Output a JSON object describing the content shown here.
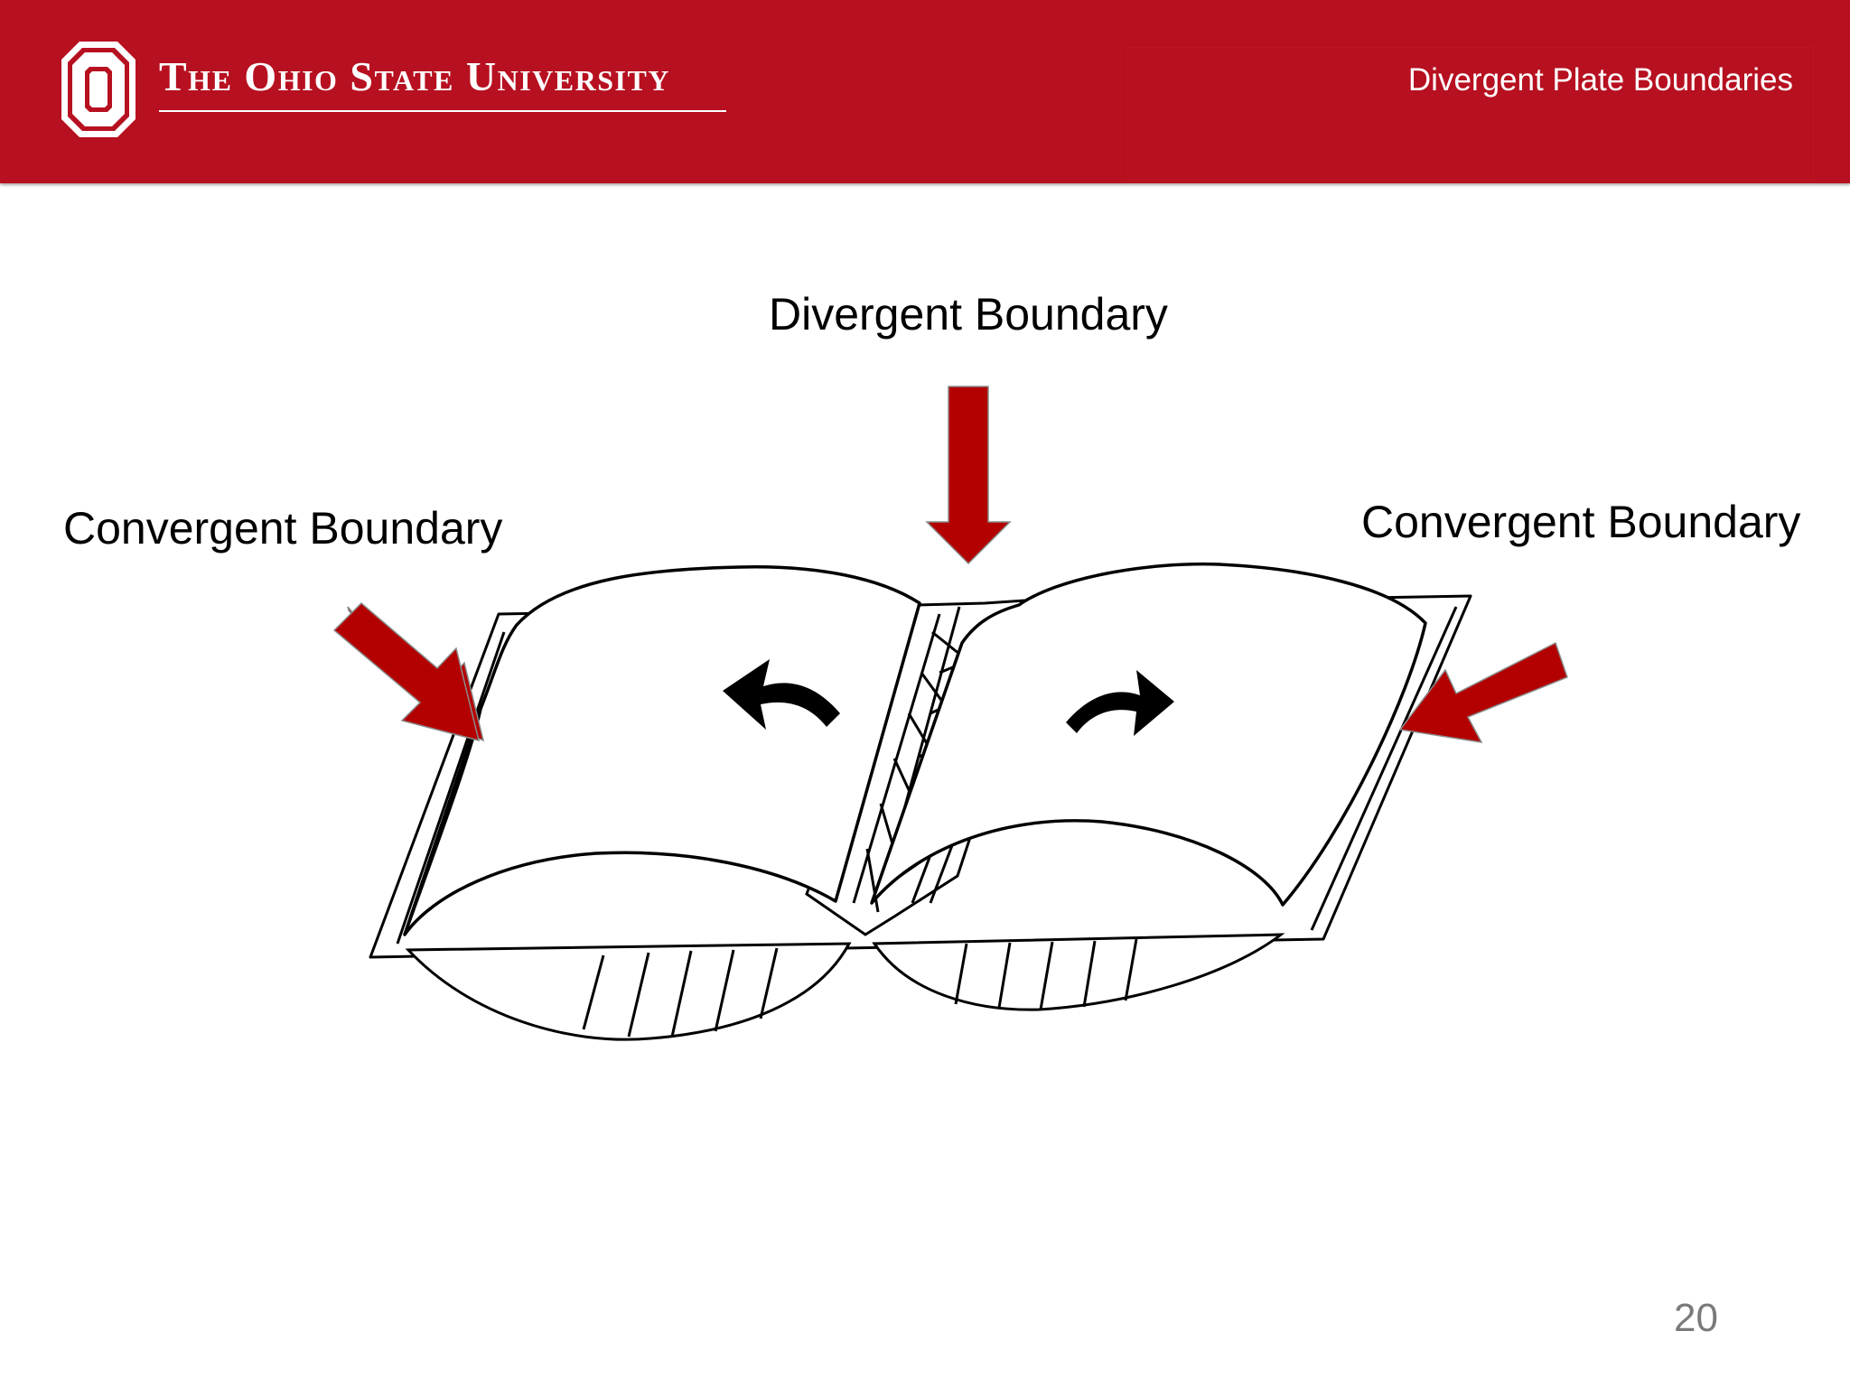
{
  "header": {
    "university_name": "The Ohio State University",
    "slide_title": "Divergent Plate Boundaries",
    "brand_color": "#b71020"
  },
  "diagram": {
    "labels": {
      "divergent": "Divergent Boundary",
      "convergent_left": "Convergent Boundary",
      "convergent_right": "Convergent Boundary"
    },
    "arrow_color": "#b30000"
  },
  "footer": {
    "page_number": "20"
  }
}
